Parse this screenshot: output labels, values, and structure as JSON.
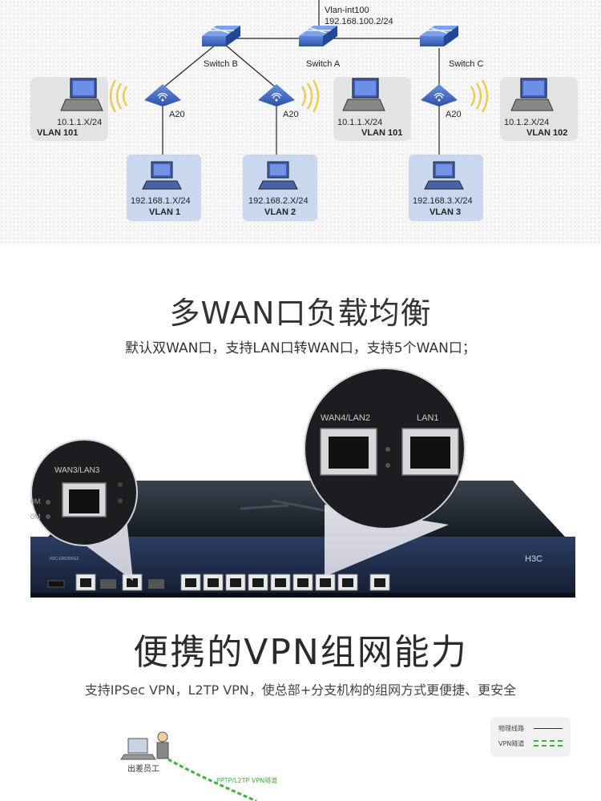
{
  "topology": {
    "uplink_label_1": "Vlan-int100",
    "uplink_label_2": "192.168.100.2/24",
    "switches": [
      {
        "label": "Switch B"
      },
      {
        "label": "Switch A"
      },
      {
        "label": "Switch C"
      }
    ],
    "aps": [
      {
        "label": "A20"
      },
      {
        "label": "A20"
      },
      {
        "label": "A20"
      }
    ],
    "laptops": [
      {
        "ip": "10.1.1.X/24",
        "vlan": "VLAN 101"
      },
      {
        "ip": "10.1.1.X/24",
        "vlan": "VLAN 101"
      },
      {
        "ip": "10.1.2.X/24",
        "vlan": "VLAN 102"
      }
    ],
    "desktops": [
      {
        "ip": "192.168.1.X/24",
        "vlan": "VLAN 1"
      },
      {
        "ip": "192.168.2.X/24",
        "vlan": "VLAN 2"
      },
      {
        "ip": "192.168.3.X/24",
        "vlan": "VLAN 3"
      }
    ]
  },
  "section_wan": {
    "title": "多WAN口负载均衡",
    "subtitle": "默认双WAN口，支持LAN口转WAN口，支持5个WAN口；"
  },
  "device": {
    "brand": "H3C",
    "model_text": "H3C  ER6300G2",
    "zoom_left_label": "WAN3/LAN3",
    "zoom_left_led_1": "0M",
    "zoom_left_led_2": "0M",
    "zoom_right_label_1": "WAN4/LAN2",
    "zoom_right_label_2": "LAN1"
  },
  "section_vpn": {
    "title": "便携的VPN组网能力",
    "subtitle": "支持IPSec VPN，L2TP VPN，使总部+分支机构的组网方式更便捷、更安全"
  },
  "vpn_diagram": {
    "employee_label": "出差员工",
    "tunnel_label": "PPTP/L2TP VPN隧道",
    "legend_physical": "物理线路",
    "legend_vpn": "VPN隧道"
  },
  "colors": {
    "vlan_box": "#c9d8ef",
    "laptop_box": "#e3e3e3",
    "device_body": "#1f2630",
    "accent_blue": "#2b5fb0",
    "vpn_green": "#3cb43c"
  }
}
